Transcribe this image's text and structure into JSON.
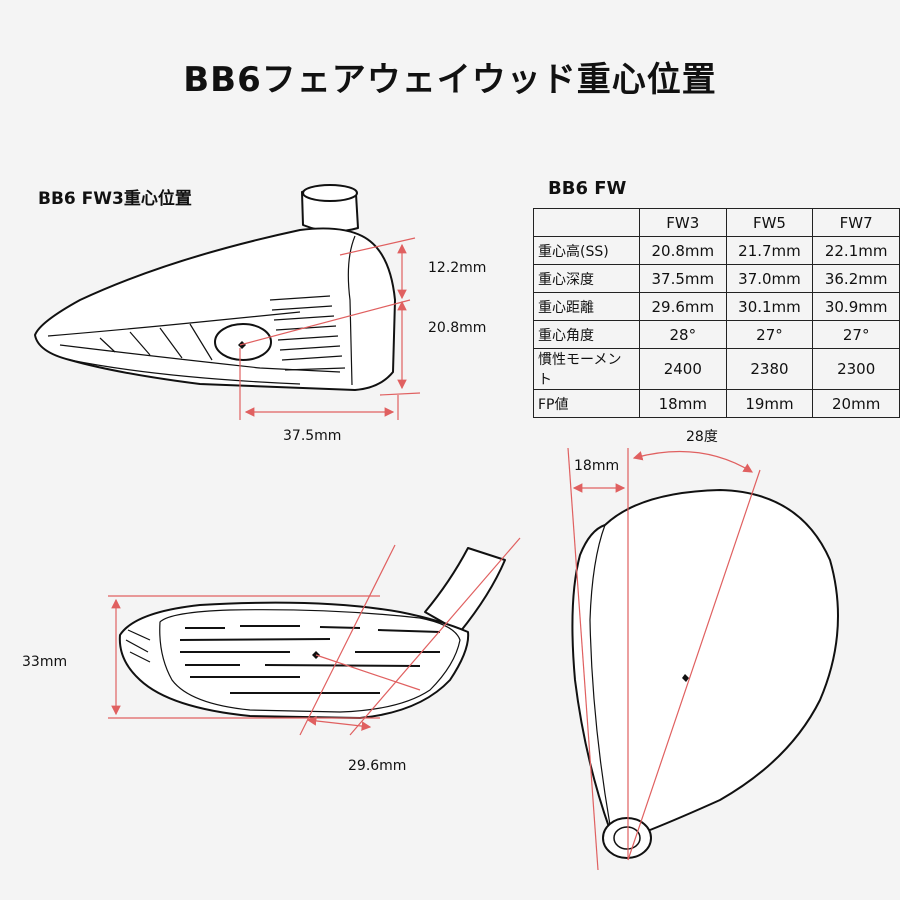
{
  "title": "BB6フェアウェイウッド重心位置",
  "side_view": {
    "title": "BB6 FW3重心位置",
    "dim_height_top": "12.2mm",
    "dim_height_mid": "20.8mm",
    "dim_depth": "37.5mm"
  },
  "face_view": {
    "dim_face_height": "33mm",
    "dim_distance": "29.6mm"
  },
  "top_view": {
    "dim_fp": "18mm",
    "dim_angle": "28度"
  },
  "table": {
    "title": "BB6 FW",
    "columns": [
      "FW3",
      "FW5",
      "FW7"
    ],
    "rows": [
      {
        "label": "重心高(SS)",
        "values": [
          "20.8mm",
          "21.7mm",
          "22.1mm"
        ]
      },
      {
        "label": "重心深度",
        "values": [
          "37.5mm",
          "37.0mm",
          "36.2mm"
        ]
      },
      {
        "label": "重心距離",
        "values": [
          "29.6mm",
          "30.1mm",
          "30.9mm"
        ]
      },
      {
        "label": "重心角度",
        "values": [
          "28°",
          "27°",
          "27°"
        ]
      },
      {
        "label": "慣性モーメント",
        "values": [
          "2400",
          "2380",
          "2300"
        ]
      },
      {
        "label": "FP値",
        "values": [
          "18mm",
          "19mm",
          "20mm"
        ]
      }
    ]
  },
  "colors": {
    "dimension_line": "#e06060",
    "outline": "#111111"
  }
}
